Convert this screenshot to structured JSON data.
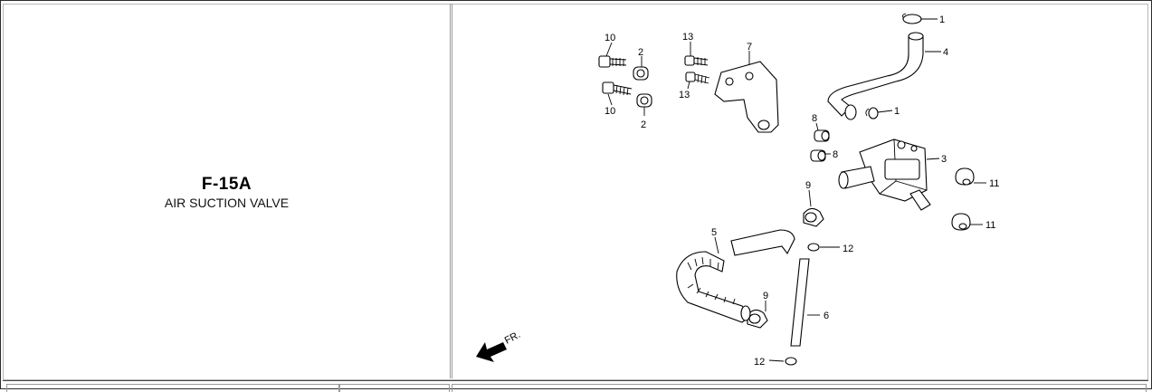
{
  "section": {
    "code": "F-15A",
    "name": "AIR SUCTION VALVE"
  },
  "diagram": {
    "direction_label": "FR.",
    "callouts": [
      "1",
      "1",
      "2",
      "2",
      "3",
      "4",
      "5",
      "6",
      "7",
      "8",
      "8",
      "9",
      "9",
      "10",
      "10",
      "11",
      "11",
      "12",
      "12",
      "13",
      "13"
    ]
  }
}
